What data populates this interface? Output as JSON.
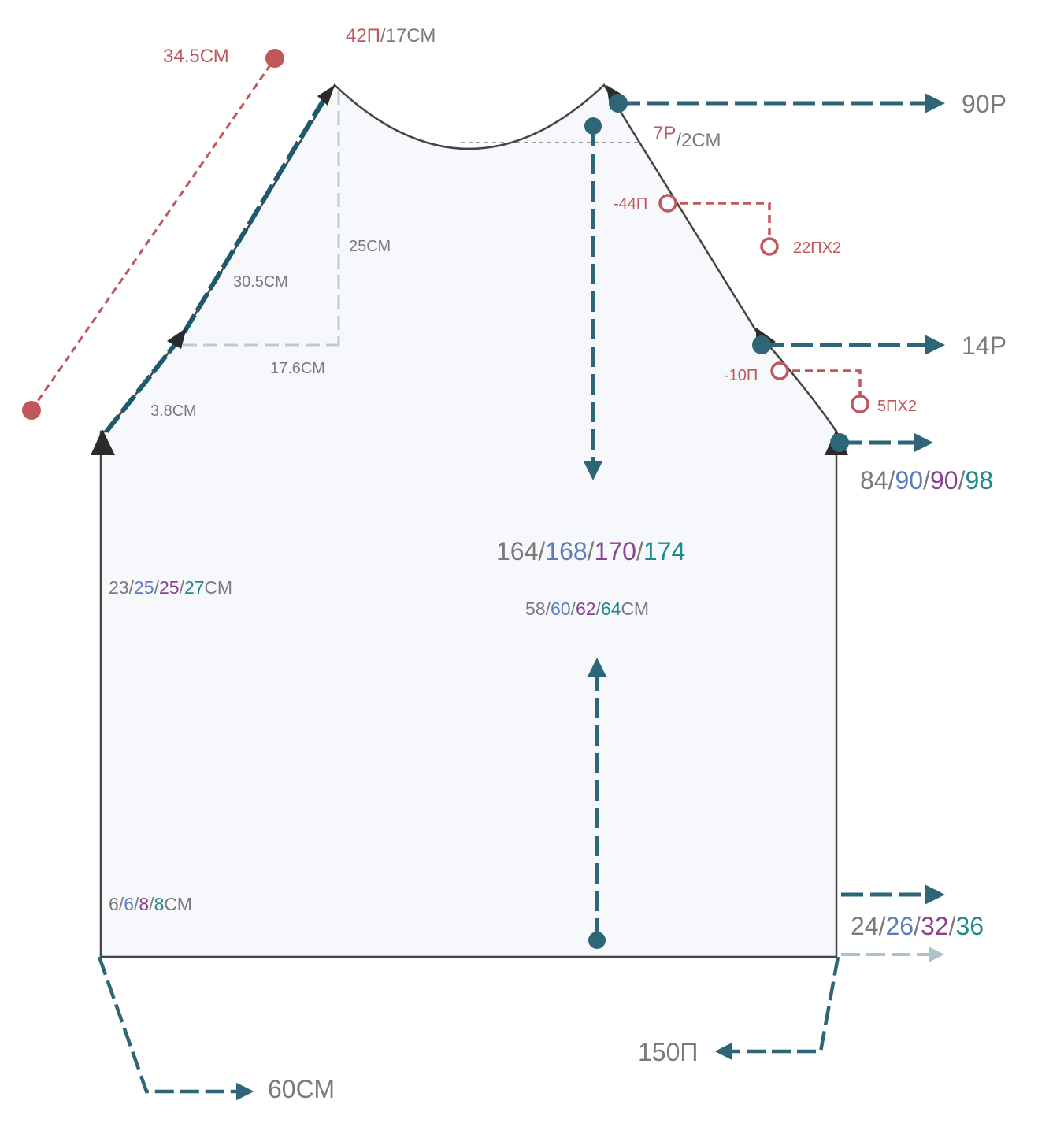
{
  "colors": {
    "grey": "#7a7a7a",
    "blue": "#5a7dbd",
    "purple": "#8a3f8f",
    "teal": "#1f8a8a",
    "red": "#c0575a",
    "arrow": "#2e6677",
    "outline": "#444444",
    "fill": "#f6f8fb"
  },
  "labels": {
    "diag_length": "34.5СМ",
    "neck_top_red": "42П",
    "neck_top_grey": "/17СМ",
    "raglan_30": "30.5СМ",
    "height_25": "25СМ",
    "width_176": "17.6СМ",
    "raglan_38": "3.8СМ",
    "rows_90": "90Р",
    "neck_step_red": "7Р",
    "neck_step_grey": "/2СМ",
    "dec_44": "-44П",
    "dec_22x2": "22ПХ2",
    "rows_14": "14Р",
    "dec_10": "-10П",
    "dec_5x2": "5ПХ2",
    "stitches_150": "150П",
    "width_60": "60СМ"
  },
  "size_sets": {
    "armhole_rows": [
      "84",
      "90",
      "90",
      "98"
    ],
    "total_rows": [
      "164",
      "168",
      "170",
      "174"
    ],
    "body_length": {
      "values": [
        "58",
        "60",
        "62",
        "64"
      ],
      "unit": "СМ"
    },
    "side_length": {
      "values": [
        "23",
        "25",
        "25",
        "27"
      ],
      "unit": "СМ"
    },
    "rib_height": {
      "values": [
        "6",
        "6",
        "8",
        "8"
      ],
      "unit": "СМ"
    },
    "rib_rows": [
      "24",
      "26",
      "32",
      "36"
    ]
  }
}
